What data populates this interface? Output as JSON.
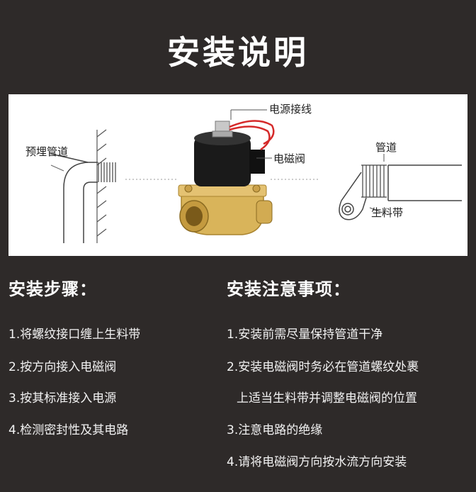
{
  "title": "安装说明",
  "diagram": {
    "labels": {
      "embedded_pipe": "预埋管道",
      "power_wiring": "电源接线",
      "solenoid_valve": "电磁阀",
      "pipe": "管道",
      "ptfe_tape": "生料带"
    },
    "colors": {
      "brass": "#d9b45a",
      "valve_body": "#1a1a1a",
      "wire": "#d52a2a"
    }
  },
  "steps": {
    "heading": "安装步骤：",
    "items": [
      "1.将螺纹接口缠上生料带",
      "2.按方向接入电磁阀",
      "3.按其标准接入电源",
      "4.检测密封性及其电路"
    ]
  },
  "notes": {
    "heading": "安装注意事项：",
    "items": [
      "1.安装前需尽量保持管道干净",
      "2.安装电磁阀时务必在管道螺纹处裹",
      "上适当生料带并调整电磁阀的位置",
      "3.注意电路的绝缘",
      "4.请将电磁阀方向按水流方向安装"
    ]
  }
}
